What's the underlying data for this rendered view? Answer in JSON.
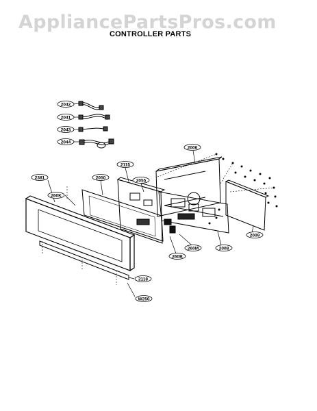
{
  "watermark": "AppliancePartsPros.com",
  "title": "CONTROLLER PARTS",
  "labels": {
    "p2042": "2042",
    "p2041": "2041",
    "p2043": "2043",
    "p2044": "2044",
    "p2006": "2006",
    "p2115": "2115",
    "p2381": "2381",
    "p2050": "2050",
    "p2055": "2055",
    "p260K": "260K",
    "p2008": "2008",
    "p2009": "2009",
    "p260M": "260M",
    "p260B": "260B",
    "p2118": "2118",
    "pW250": "W250"
  }
}
